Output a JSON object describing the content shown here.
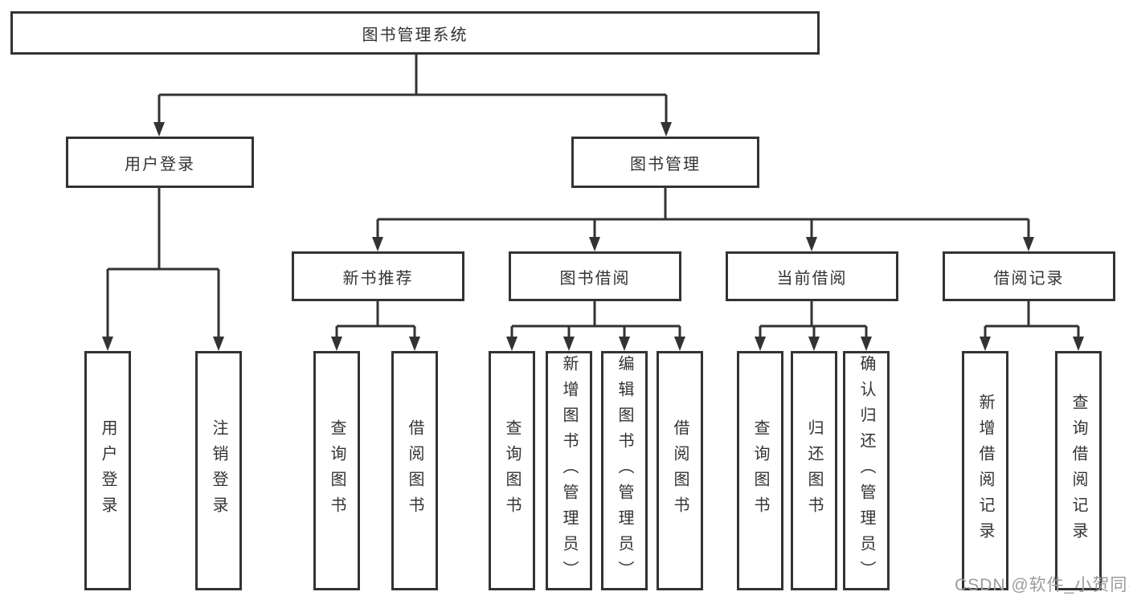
{
  "diagram": {
    "title": "图书管理系统",
    "root": {
      "label": "图书管理系统"
    },
    "level2": [
      {
        "label": "用户登录"
      },
      {
        "label": "图书管理"
      }
    ],
    "level3": [
      {
        "label": "新书推荐"
      },
      {
        "label": "图书借阅"
      },
      {
        "label": "当前借阅"
      },
      {
        "label": "借阅记录"
      }
    ],
    "leaves": {
      "user_login": [
        {
          "label": "用户登录"
        },
        {
          "label": "注销登录"
        }
      ],
      "new_book": [
        {
          "label": "查询图书"
        },
        {
          "label": "借阅图书"
        }
      ],
      "book_borrow": [
        {
          "label": "查询图书"
        },
        {
          "label": "新增图书（管理员）"
        },
        {
          "label": "编辑图书（管理员）"
        },
        {
          "label": "借阅图书"
        }
      ],
      "current_borrow": [
        {
          "label": "查询图书"
        },
        {
          "label": "归还图书"
        },
        {
          "label": "确认归还（管理员）"
        }
      ],
      "borrow_record": [
        {
          "label": "新增借阅记录"
        },
        {
          "label": "查询借阅记录"
        }
      ]
    },
    "colors": {
      "line": "#333333",
      "box_border": "#333333",
      "text": "#333333",
      "watermark": "#9b9b9b",
      "background": "#ffffff"
    }
  },
  "watermark": {
    "text": "CSDN @软件_小贺同学"
  }
}
